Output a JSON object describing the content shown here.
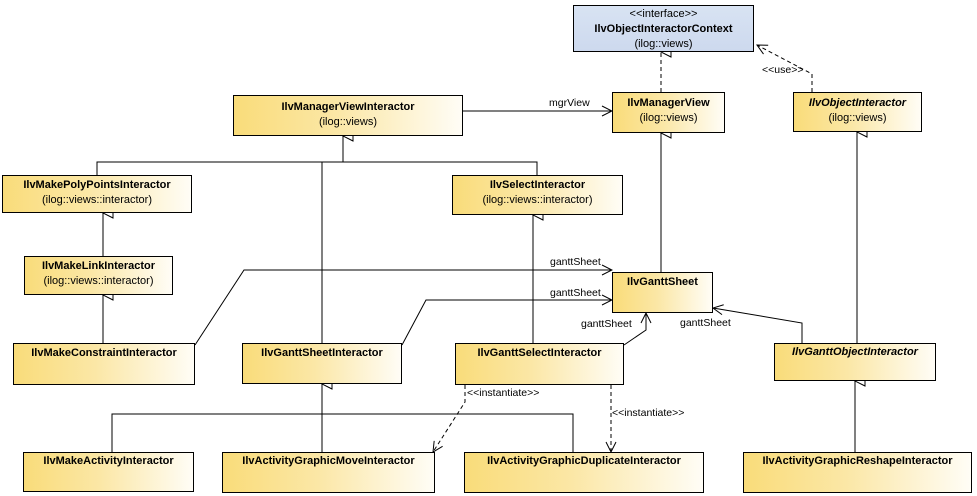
{
  "classes": {
    "context": {
      "stereotype": "<<interface>>",
      "name": "IlvObjectInteractorContext",
      "package": "(ilog::views)"
    },
    "manager_view_interactor": {
      "name": "IlvManagerViewInteractor",
      "package": "(ilog::views)"
    },
    "manager_view": {
      "name": "IlvManagerView",
      "package": "(ilog::views)"
    },
    "object_interactor": {
      "name": "IlvObjectInteractor",
      "package": "(ilog::views)"
    },
    "make_poly_points": {
      "name": "IlvMakePolyPointsInteractor",
      "package": "(ilog::views::interactor)"
    },
    "select_interactor": {
      "name": "IlvSelectInteractor",
      "package": "(ilog::views::interactor)"
    },
    "make_link": {
      "name": "IlvMakeLinkInteractor",
      "package": "(ilog::views::interactor)"
    },
    "gantt_sheet": {
      "name": "IlvGanttSheet"
    },
    "make_constraint": {
      "name": "IlvMakeConstraintInteractor"
    },
    "gantt_sheet_interactor": {
      "name": "IlvGanttSheetInteractor"
    },
    "gantt_select": {
      "name": "IlvGanttSelectInteractor"
    },
    "gantt_object": {
      "name": "IlvGanttObjectInteractor"
    },
    "make_activity": {
      "name": "IlvMakeActivityInteractor"
    },
    "activity_move": {
      "name": "IlvActivityGraphicMoveInteractor"
    },
    "activity_duplicate": {
      "name": "IlvActivityGraphicDuplicateInteractor"
    },
    "activity_reshape": {
      "name": "IlvActivityGraphicReshapeInteractor"
    }
  },
  "labels": {
    "use": "<<use>>",
    "mgr_view": "mgrView",
    "gantt_sheet_1": "ganttSheet",
    "gantt_sheet_2": "ganttSheet",
    "gantt_sheet_3": "ganttSheet",
    "gantt_sheet_4": "ganttSheet",
    "instantiate_1": "<<instantiate>>",
    "instantiate_2": "<<instantiate>>"
  },
  "colors": {
    "class_fill": "#f9dc7a",
    "interface_fill": "#d8e3f3",
    "line": "#000000"
  }
}
